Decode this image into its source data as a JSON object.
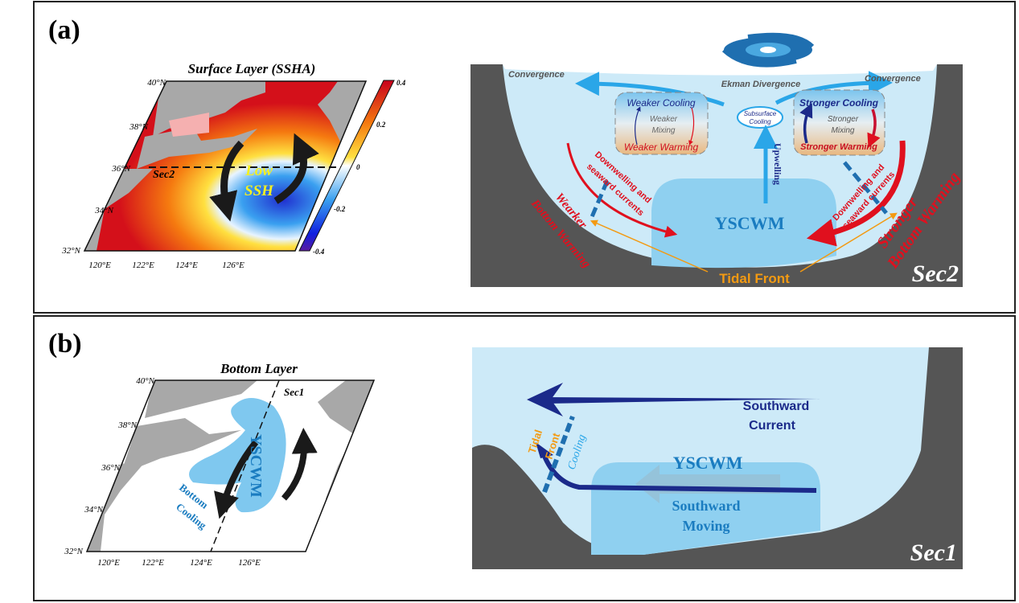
{
  "panel_a": {
    "label": "(a)",
    "map": {
      "title": "Surface Layer (SSHA)",
      "lat_ticks": [
        "40°N",
        "38°N",
        "36°N",
        "34°N",
        "32°N"
      ],
      "lon_ticks": [
        "120°E",
        "122°E",
        "124°E",
        "126°E"
      ],
      "section_label": "Sec2",
      "low_label_1": "Low",
      "low_label_2": "SSH",
      "colorbar_ticks": [
        "0.4",
        "0.2",
        "0",
        "-0.2",
        "-0.4"
      ]
    },
    "section": {
      "convergence_left": "Convergence",
      "convergence_right": "Convergence",
      "ekman": "Ekman Divergence",
      "weaker_cooling": "Weaker Cooling",
      "weaker_mixing_1": "Weaker",
      "weaker_mixing_2": "Mixing",
      "weaker_warming": "Weaker Warming",
      "subsurface_1": "Subsurface",
      "subsurface_2": "Cooling",
      "stronger_cooling": "Stronger Cooling",
      "stronger_mixing_1": "Stronger",
      "stronger_mixing_2": "Mixing",
      "stronger_warming": "Stronger Warming",
      "upwelling": "Upwelling",
      "downwelling_1": "Downwelling and",
      "downwelling_2": "seaward currents",
      "weaker_bottom_1": "Wearker",
      "weaker_bottom_2": "Bottom Warming",
      "stronger_bottom_1": "Stronger",
      "stronger_bottom_2": "Bottom Warming",
      "water_mass": "YSCWM",
      "tidal_front": "Tidal Front",
      "section_name": "Sec2"
    }
  },
  "panel_b": {
    "label": "(b)",
    "map": {
      "title": "Bottom Layer",
      "lat_ticks": [
        "40°N",
        "38°N",
        "36°N",
        "34°N",
        "32°N"
      ],
      "lon_ticks": [
        "120°E",
        "122°E",
        "124°E",
        "126°E"
      ],
      "section_label": "Sec1",
      "water_mass": "YSCWM",
      "bottom_cooling_1": "Bottom",
      "bottom_cooling_2": "Cooling"
    },
    "section": {
      "current_1": "Southward",
      "current_2": "Current",
      "water_mass": "YSCWM",
      "moving_1": "Southward",
      "moving_2": "Moving",
      "tidal_1": "Tidal",
      "tidal_2": "Front",
      "cooling": "Cooling",
      "section_name": "Sec1"
    }
  },
  "colors": {
    "dark": "#555555",
    "water": "#cdeaf8",
    "yscwm": "#8fd0f0",
    "red": "#e0101e",
    "navy": "#1b2a8a",
    "orange": "#f39a12",
    "blue": "#1a7cc0"
  }
}
